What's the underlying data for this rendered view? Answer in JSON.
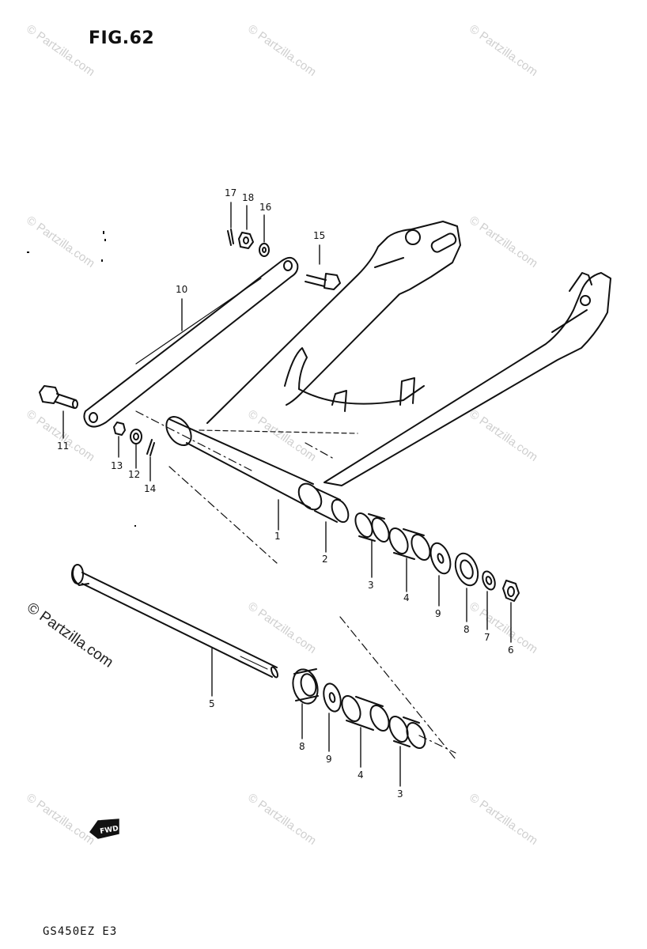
{
  "figure": {
    "title": "FIG.62",
    "model_code": "GS450EZ  E3"
  },
  "watermark": {
    "text": "© Partzilla.com"
  },
  "direction_tag": {
    "text": "FWD"
  },
  "callouts": {
    "c1": "1",
    "c2": "2",
    "c3a": "3",
    "c4a": "4",
    "c9a": "9",
    "c8a": "8",
    "c7": "7",
    "c6": "6",
    "c5": "5",
    "c8b": "8",
    "c9b": "9",
    "c4b": "4",
    "c3b": "3",
    "c10": "10",
    "c11": "11",
    "c12": "12",
    "c13": "13",
    "c14": "14",
    "c15": "15",
    "c16": "16",
    "c17": "17",
    "c18": "18"
  }
}
